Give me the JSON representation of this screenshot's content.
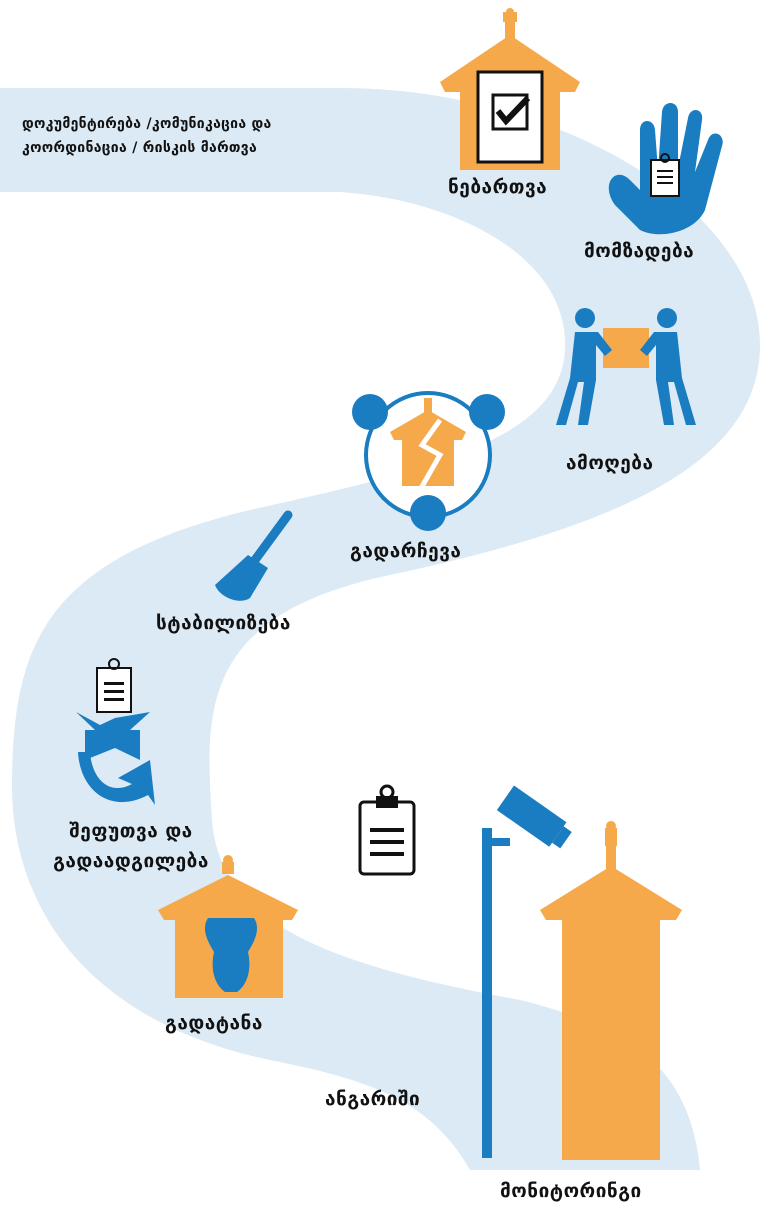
{
  "intro": {
    "line1": "დოკუმენტირება /კომუნიკაცია და",
    "line2": "კოორდინაცია / რისკის მართვა"
  },
  "steps": {
    "permit": "ნებართვა",
    "preparation": "მომზადება",
    "removal": "ამოღება",
    "sorting": "გადარჩევა",
    "stabilization": "სტაბილიზება",
    "packing_line1": "შეფუთვა და",
    "packing_line2": "გადაადგილება",
    "transfer": "გადატანა",
    "report": "ანგარიში",
    "monitoring": "მონიტორინგი"
  },
  "colors": {
    "path": "#dceaf5",
    "blue": "#1a7cc1",
    "orange": "#f5a94a",
    "text": "#111111"
  },
  "icons": [
    "temple-checkmark-icon",
    "hand-clipboard-icon",
    "people-carrying-box-icon",
    "damaged-temple-icon",
    "broom-icon",
    "box-clipboard-icon",
    "temple-vase-icon",
    "clipboard-icon",
    "camera-icon",
    "temple-icon"
  ]
}
